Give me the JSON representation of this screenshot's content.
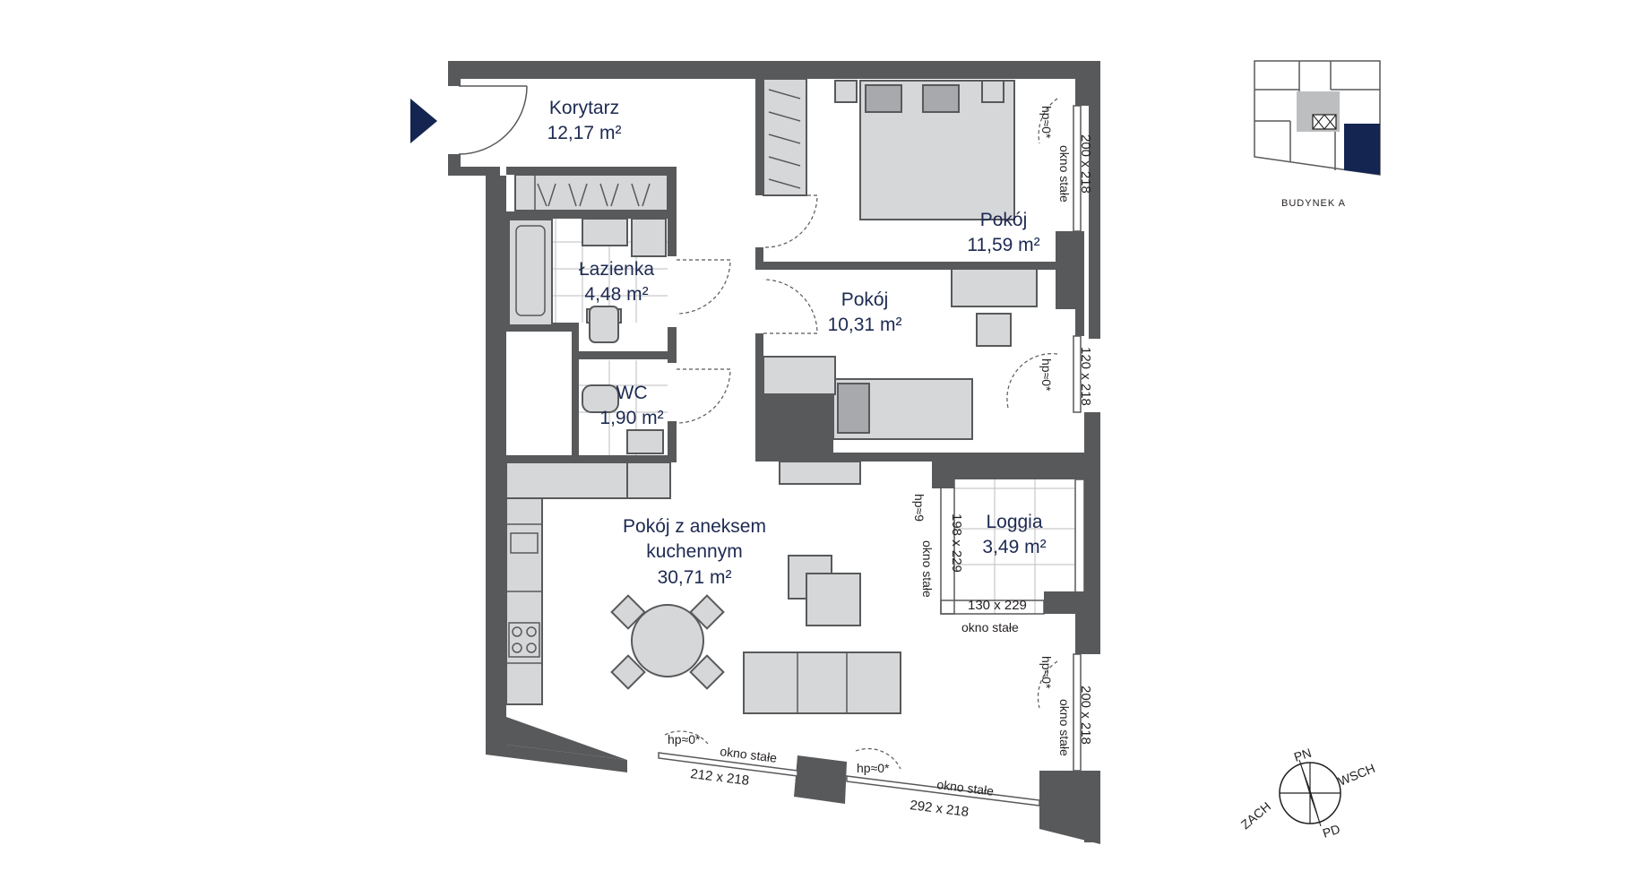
{
  "rooms": {
    "korytarz": {
      "name": "Korytarz",
      "area": "12,17 m²"
    },
    "lazienka": {
      "name": "Łazienka",
      "area": "4,48 m²"
    },
    "wc": {
      "name": "WC",
      "area": "1,90 m²"
    },
    "pokoj1": {
      "name": "Pokój",
      "area": "11,59 m²"
    },
    "pokoj2": {
      "name": "Pokój",
      "area": "10,31 m²"
    },
    "salon": {
      "name_line1": "Pokój z aneksem",
      "name_line2": "kuchennym",
      "area": "30,71 m²"
    },
    "loggia": {
      "name": "Loggia",
      "area": "3,49 m²"
    }
  },
  "windows": {
    "w1": {
      "size": "200 x 218",
      "type": "okno stałe",
      "hp": "hp≈0*"
    },
    "w2": {
      "size": "120 x 218",
      "hp": "hp≈0*"
    },
    "w3": {
      "size": "198 x 229",
      "type": "okno stałe",
      "hp": "hp≈9"
    },
    "w4": {
      "size": "130 x 229",
      "type": "okno stałe"
    },
    "w5": {
      "size": "200 x 218",
      "type": "okno stałe",
      "hp": "hp≈0*"
    },
    "w6": {
      "size": "212 x 218",
      "type": "okno stałe",
      "hp": "hp≈0*"
    },
    "w7": {
      "size": "292 x 218",
      "type": "okno stałe",
      "hp": "hp≈0*"
    }
  },
  "keyplan": {
    "label": "BUDYNEK A",
    "highlight_color": "#142552"
  },
  "compass": {
    "n": "PN",
    "s": "PD",
    "e": "WSCH",
    "w": "ZACH"
  },
  "colors": {
    "wall": "#58595b",
    "text": "#1d2a52",
    "accent": "#142552"
  }
}
